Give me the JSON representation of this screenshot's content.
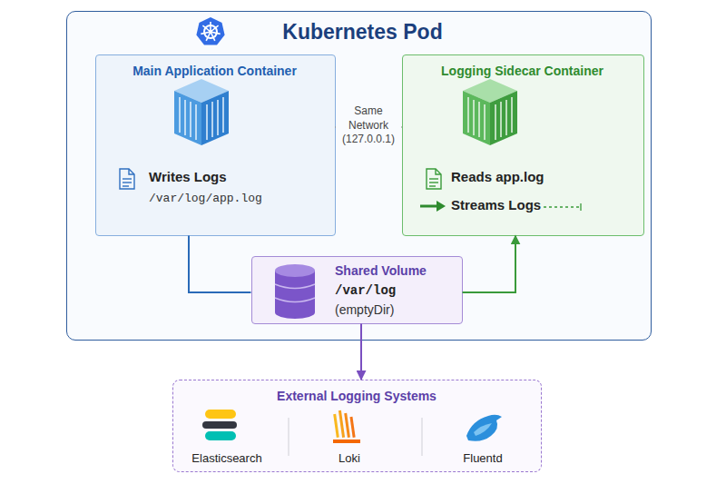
{
  "diagram": {
    "nodes": [
      {
        "text": [
          "Kubernetes Pod"
        ]
      },
      {
        "text": [
          "Main Application Container",
          "Writes Logs",
          "/var/log/app.log"
        ],
        "in": 0
      },
      {
        "text": [
          "Logging Sidecar Container",
          "Reads app.log",
          "Streams Logs"
        ],
        "in": 0
      },
      {
        "text": [
          "Shared Volume",
          "/var/log",
          "(emptyDir)"
        ],
        "in": 0
      },
      {
        "text": [
          "External Logging Systems"
        ]
      }
    ],
    "edges": [
      {
        "from": 1,
        "to": 2,
        "label": "Same Network (127.0.0.1)",
        "arrow": "both"
      },
      {
        "from": 1,
        "to": 3,
        "arrow": "none"
      },
      {
        "from": 3,
        "to": 2,
        "arrow": "to"
      },
      {
        "from": 3,
        "to": 4,
        "arrow": "to"
      }
    ],
    "labels": [
      "Elasticsearch",
      "Loki",
      "Fluentd"
    ]
  }
}
